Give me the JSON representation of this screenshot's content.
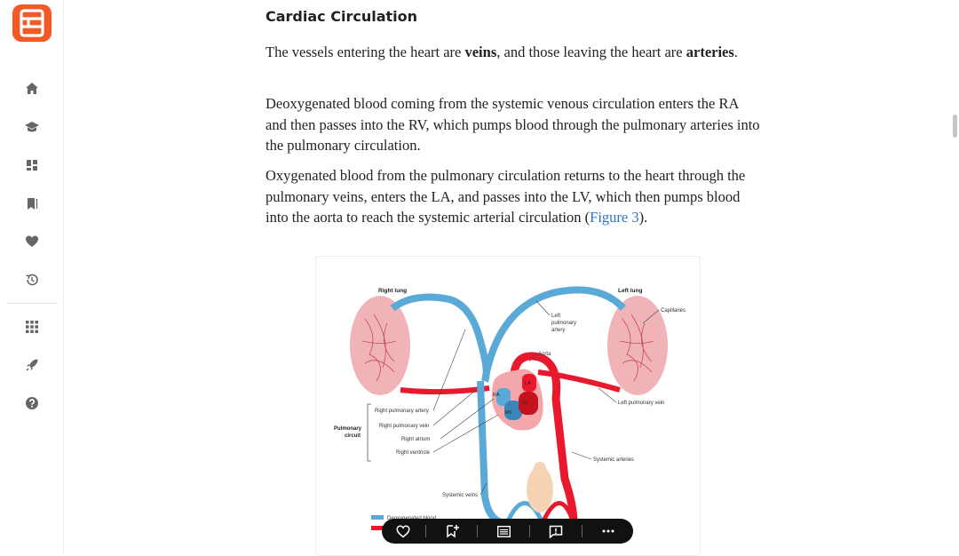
{
  "article": {
    "heading": "Cardiac Circulation",
    "p1": {
      "t1": "The vessels entering the heart are ",
      "b1": "veins",
      "t2": ", and those leaving the heart are ",
      "b2": "arteries",
      "t3": "."
    },
    "p2": "Deoxygenated blood coming from the systemic venous circulation enters the RA and then passes into the RV, which pumps blood through the pulmonary arteries into the pulmonary circulation.",
    "p3": {
      "text": "Oxygenated blood from the pulmonary circulation returns to the heart through the pulmonary veins, enters the LA, and passes into the LV, which then pumps blood into the aorta to reach the systemic arterial circulation (",
      "link": "Figure 3",
      "end": ")."
    }
  },
  "figure": {
    "labels": {
      "right_lung": "Right lung",
      "left_lung": "Left lung",
      "capillaries": "Capillaries",
      "left_pulmonary_artery": [
        "Left",
        "pulmonary",
        "artery"
      ],
      "aorta": "Aorta",
      "la": "LA",
      "ra": "RA",
      "rv": "RV",
      "lv": "LV",
      "left_pulmonary_vein": "Left pulmonary vein",
      "right_pulmonary_artery": "Right pulmonary artery",
      "right_pulmonary_vein": "Right pulmonary vein",
      "right_atrium": "Right atrium",
      "right_ventricle": "Right ventricle",
      "pulmonary_circuit": [
        "Pulmonary",
        "circuit"
      ],
      "systemic_arteries": "Systemic arteries",
      "systemic_veins": "Systemic veins",
      "legend_deoxygenated": "Deoxygenated blood"
    },
    "colors": {
      "blue": "#5aa9d6",
      "red": "#e8192c",
      "lung": "#f0b3b8",
      "heart": "#f4a7ab"
    }
  },
  "icons": {
    "sidebar": [
      "home-icon",
      "graduation-cap-icon",
      "dashboard-icon",
      "bookmarks-icon",
      "heart-icon",
      "history-icon",
      "apps-grid-icon",
      "rocket-icon",
      "help-icon"
    ],
    "toolbar": [
      "heart-icon",
      "bookmark-add-icon",
      "list-icon",
      "comment-icon",
      "more-icon"
    ]
  },
  "theme": {
    "brand": "#f15a24"
  }
}
